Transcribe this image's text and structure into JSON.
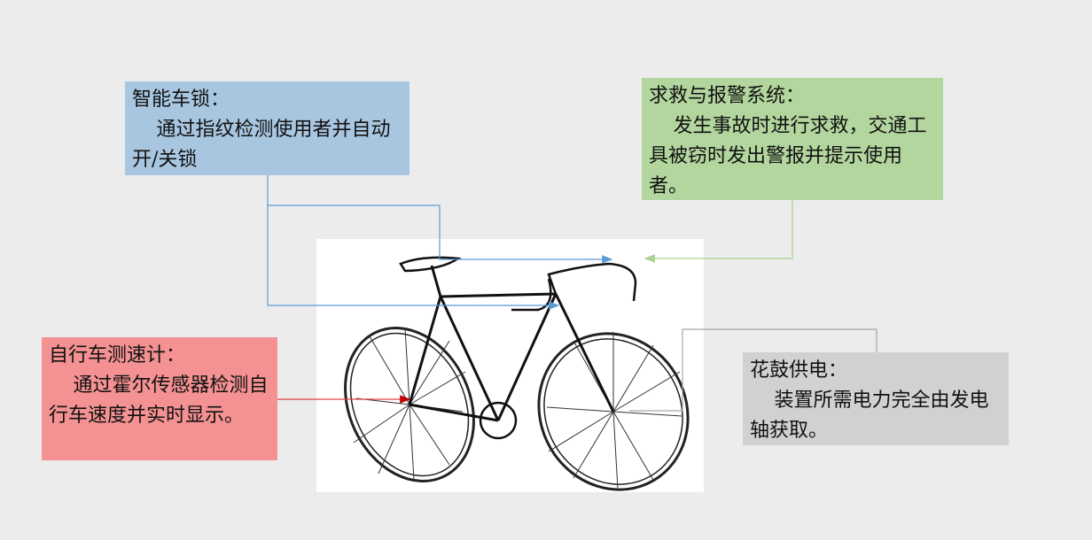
{
  "diagram": {
    "subject": "bicycle",
    "callouts": [
      {
        "id": "lock",
        "title": "智能车锁：",
        "body": "通过指纹检测使用者并自动开/关锁",
        "color": "#a9c6e1",
        "line_color": "#5b9bd5"
      },
      {
        "id": "alarm",
        "title": "求救与报警系统：",
        "body": "发生事故时进行求救，交通工具被窃时发出警报并提示使用者。",
        "color": "#b2d69e",
        "line_color": "#a9d18e"
      },
      {
        "id": "speed",
        "title": "自行车测速计：",
        "body": "通过霍尔传感器检测自行车速度并实时显示。",
        "color": "#f49192",
        "line_color": "#e04040"
      },
      {
        "id": "power",
        "title": "花鼓供电：",
        "body": "装置所需电力完全由发电轴获取。",
        "color": "#d1d1d1",
        "line_color": "#a6a6a6"
      }
    ]
  }
}
